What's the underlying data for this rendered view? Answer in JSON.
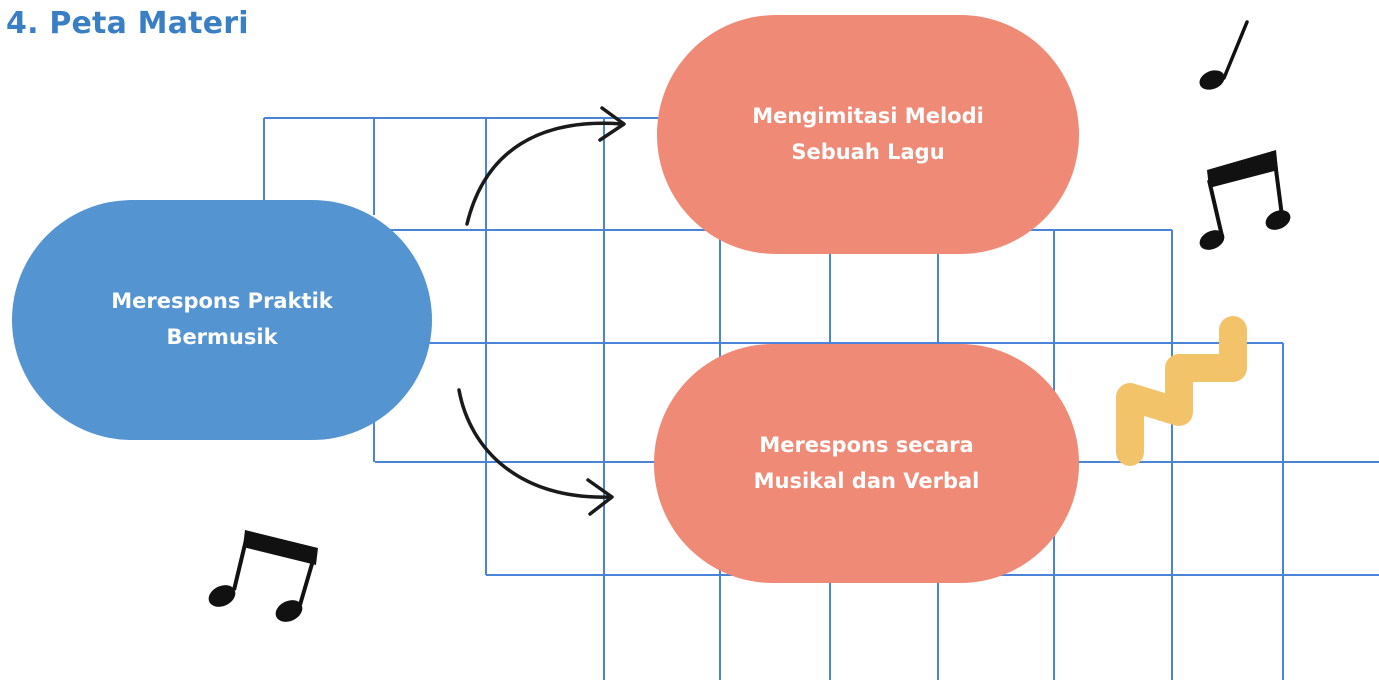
{
  "title": "4.  Peta Materi",
  "nodes": {
    "root": {
      "line1": "Merespons Praktik",
      "line2": "Bermusik"
    },
    "branch_top": {
      "line1": "Mengimitasi Melodi",
      "line2": "Sebuah Lagu"
    },
    "branch_bottom": {
      "line1": "Merespons secara",
      "line2": "Musikal dan Verbal"
    }
  },
  "colors": {
    "title": "#3a7fc4",
    "root_fill": "#5494d0",
    "branch_fill": "#ee8a76",
    "grid_line": "#4a84d6",
    "zigzag": "#f3c36a",
    "note": "#111111"
  },
  "icons": [
    "eighth-note-icon",
    "beamed-notes-icon",
    "zigzag-icon",
    "arrow-icon"
  ]
}
